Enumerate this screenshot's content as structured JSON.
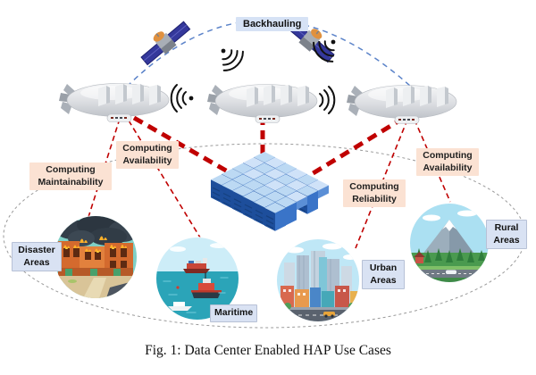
{
  "figure": {
    "caption": "Fig. 1: Data Center Enabled HAP Use Cases"
  },
  "labels": {
    "backhauling": "Backhauling",
    "computing_maintainability": "Computing Maintainability",
    "computing_availability_left": "Computing Availability",
    "computing_reliability": "Computing Reliability",
    "computing_availability_right": "Computing Availability",
    "disaster_areas": "Disaster Areas",
    "maritime": "Maritime",
    "urban_areas": "Urban Areas",
    "rural_areas": "Rural Areas"
  },
  "icons": {
    "satellite": "satellite-icon",
    "hap_airship": "hap-airship-icon",
    "data_center": "data-center-racks-icon",
    "wireless_signal": "wireless-signal-icon",
    "coverage_ellipse": "coverage-ellipse",
    "backhaul_arc": "backhaul-arc"
  },
  "colors": {
    "connection_red": "#c00000",
    "backhaul_link_blue": "#5b83c9",
    "coverage_ellipse_gray": "#9a9a9a",
    "label_peach_bg": "#fbe2d3",
    "label_blue_bg": "#d9e2f3",
    "rack_dark_blue": "#1d4e9b",
    "rack_mid_blue": "#3a74c8",
    "rack_top_blue": "#bcd9f3"
  }
}
